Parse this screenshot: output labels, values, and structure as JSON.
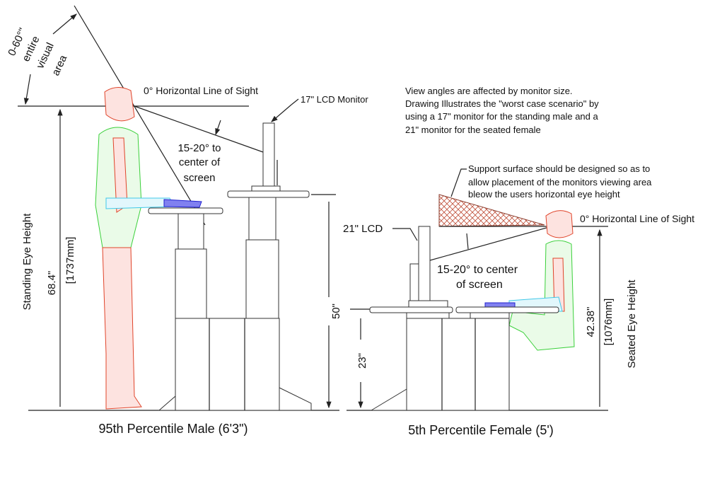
{
  "left": {
    "visual_area_label": [
      "0-60°\"",
      "entire",
      "visual",
      "area"
    ],
    "horizontal_line_label": "0° Horizontal Line of Sight",
    "angle_label": [
      "15-20° to",
      "center of",
      "screen"
    ],
    "monitor_label": "17\" LCD Monitor",
    "eye_height_label": "Standing Eye Height",
    "eye_height_in": "68.4\"",
    "eye_height_mm": "[1737mm]",
    "desk_height": "50\"",
    "caption": "95th Percentile Male (6'3\")"
  },
  "right": {
    "note": [
      "View angles are affected by monitor size.",
      "Drawing Illustrates the \"worst case scenario\" by",
      "using a 17\" monitor for the standing male and a",
      "21\" monitor for the seated female"
    ],
    "support_note": [
      "Support surface should be designed so as to",
      "allow placement of the monitors viewing area",
      "bleow the users horizontal eye height"
    ],
    "horizontal_line_label": "0° Horizontal Line of Sight",
    "monitor_label": "21\" LCD",
    "angle_label": [
      "15-20° to center",
      "of screen"
    ],
    "desk_height": "23\"",
    "eye_height_in": "42.38\"",
    "eye_height_mm": "[1076mm]",
    "eye_height_label": "Seated Eye Height",
    "caption": "5th Percentile Female (5')"
  },
  "colors": {
    "figure_head_legs": "#e0442a",
    "figure_torso": "#3ad03a",
    "arms": "#40c8e8",
    "hands": "#2020d0",
    "hatch": "#c0503a"
  }
}
